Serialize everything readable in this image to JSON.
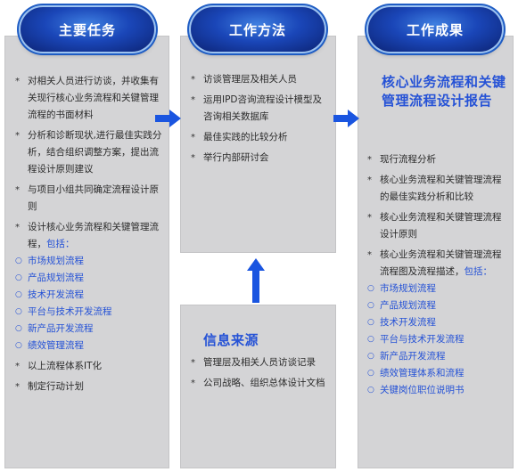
{
  "columns": {
    "tasks": {
      "title": "主要任务",
      "items": [
        {
          "text": "对相关人员进行访谈，并收集有关现行核心业务流程和关键管理流程的书面材料",
          "style": "star"
        },
        {
          "text": "分析和诊断现状,进行最佳实践分析，结合组织调整方案，提出流程设计原则建议",
          "style": "star"
        },
        {
          "text": "与项目小组共同确定流程设计原则",
          "style": "star"
        },
        {
          "text": "设计核心业务流程和关键管理流程，",
          "highlight": "包括：",
          "style": "star"
        },
        {
          "text": "市场规划流程",
          "style": "ring"
        },
        {
          "text": "产品规划流程",
          "style": "ring"
        },
        {
          "text": "技术开发流程",
          "style": "ring"
        },
        {
          "text": "平台与技术开发流程",
          "style": "ring"
        },
        {
          "text": "新产品开发流程",
          "style": "ring"
        },
        {
          "text": "绩效管理流程",
          "style": "ring"
        },
        {
          "text": "以上流程体系IT化",
          "style": "star"
        },
        {
          "text": "制定行动计划",
          "style": "star"
        }
      ]
    },
    "methods": {
      "title": "工作方法",
      "items": [
        {
          "text": "访谈管理层及相关人员",
          "style": "star"
        },
        {
          "text": "运用IPD咨询流程设计模型及咨询相关数据库",
          "style": "star"
        },
        {
          "text": "最佳实践的比较分析",
          "style": "star"
        },
        {
          "text": "举行内部研讨会",
          "style": "star"
        }
      ]
    },
    "sources": {
      "title": "信息来源",
      "items": [
        {
          "text": "管理层及相关人员访谈记录",
          "style": "star"
        },
        {
          "text": "公司战略、组织总体设计文档",
          "style": "star"
        }
      ]
    },
    "results": {
      "title": "工作成果",
      "subtitle": "核心业务流程和关键管理流程设计报告",
      "items": [
        {
          "text": "现行流程分析",
          "style": "star"
        },
        {
          "text": "核心业务流程和关键管理流程的最佳实践分析和比较",
          "style": "star"
        },
        {
          "text": "核心业务流程和关键管理流程设计原则",
          "style": "star"
        },
        {
          "text": "核心业务流程和关键管理流程流程图及流程描述，",
          "highlight": "包括：",
          "style": "star"
        },
        {
          "text": "市场规划流程",
          "style": "ring"
        },
        {
          "text": "产品规划流程",
          "style": "ring"
        },
        {
          "text": "技术开发流程",
          "style": "ring"
        },
        {
          "text": "平台与技术开发流程",
          "style": "ring"
        },
        {
          "text": "新产品开发流程",
          "style": "ring"
        },
        {
          "text": "绩效管理体系和流程",
          "style": "ring"
        },
        {
          "text": "关键岗位职位说明书",
          "style": "ring"
        }
      ]
    }
  },
  "colors": {
    "accent": "#2552d6",
    "panel": "#d4d4d6",
    "arrow": "#1a55e0",
    "header": "#1a46b8"
  }
}
